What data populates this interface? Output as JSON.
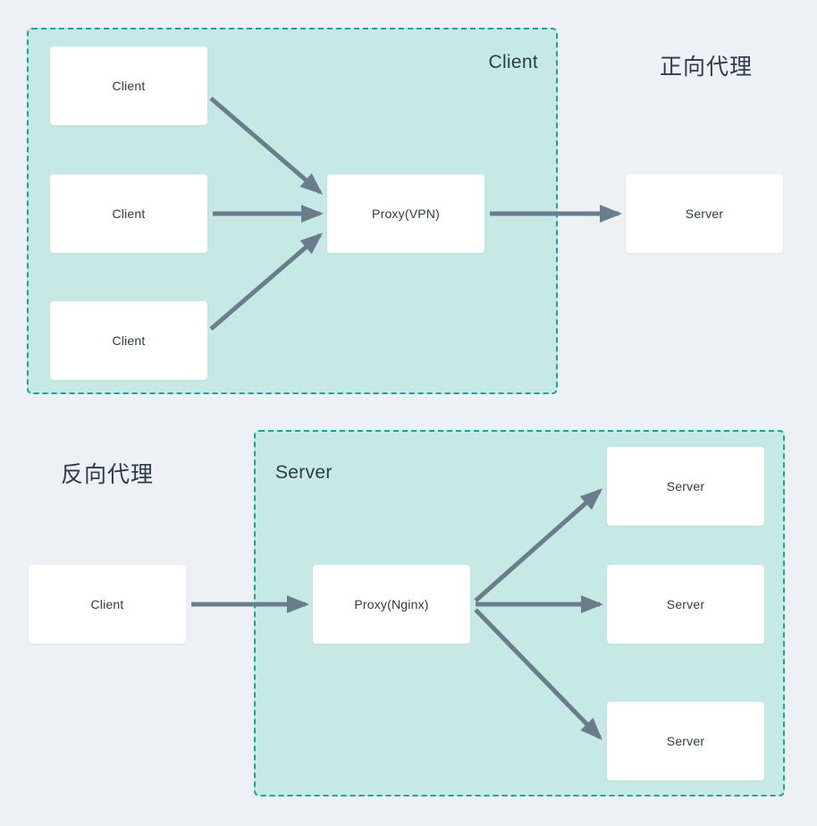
{
  "page": {
    "background_color": "#edf0f5",
    "panel_fill_color": "#c6e9e6",
    "panel_border_color": "#14a699",
    "node_fill_color": "#ffffff",
    "text_color": "#2d3b4a",
    "arrow_color": "#6b7c8d"
  },
  "diagram": {
    "type": "network-architecture",
    "sections": [
      {
        "id": "forward-proxy",
        "heading": "正向代理",
        "panel_caption": "Client",
        "nodes": [
          {
            "id": "client-1",
            "label": "Client"
          },
          {
            "id": "client-2",
            "label": "Client"
          },
          {
            "id": "client-3",
            "label": "Client"
          },
          {
            "id": "proxy-vpn",
            "label": "Proxy(VPN)"
          },
          {
            "id": "server-fwd",
            "label": "Server"
          }
        ],
        "edges": [
          {
            "from": "client-1",
            "to": "proxy-vpn"
          },
          {
            "from": "client-2",
            "to": "proxy-vpn"
          },
          {
            "from": "client-3",
            "to": "proxy-vpn"
          },
          {
            "from": "proxy-vpn",
            "to": "server-fwd"
          }
        ]
      },
      {
        "id": "reverse-proxy",
        "heading": "反向代理",
        "panel_caption": "Server",
        "nodes": [
          {
            "id": "client-rev",
            "label": "Client"
          },
          {
            "id": "proxy-nginx",
            "label": "Proxy(Nginx)"
          },
          {
            "id": "server-1",
            "label": "Server"
          },
          {
            "id": "server-2",
            "label": "Server"
          },
          {
            "id": "server-3",
            "label": "Server"
          }
        ],
        "edges": [
          {
            "from": "client-rev",
            "to": "proxy-nginx"
          },
          {
            "from": "proxy-nginx",
            "to": "server-1"
          },
          {
            "from": "proxy-nginx",
            "to": "server-2"
          },
          {
            "from": "proxy-nginx",
            "to": "server-3"
          }
        ]
      }
    ]
  }
}
